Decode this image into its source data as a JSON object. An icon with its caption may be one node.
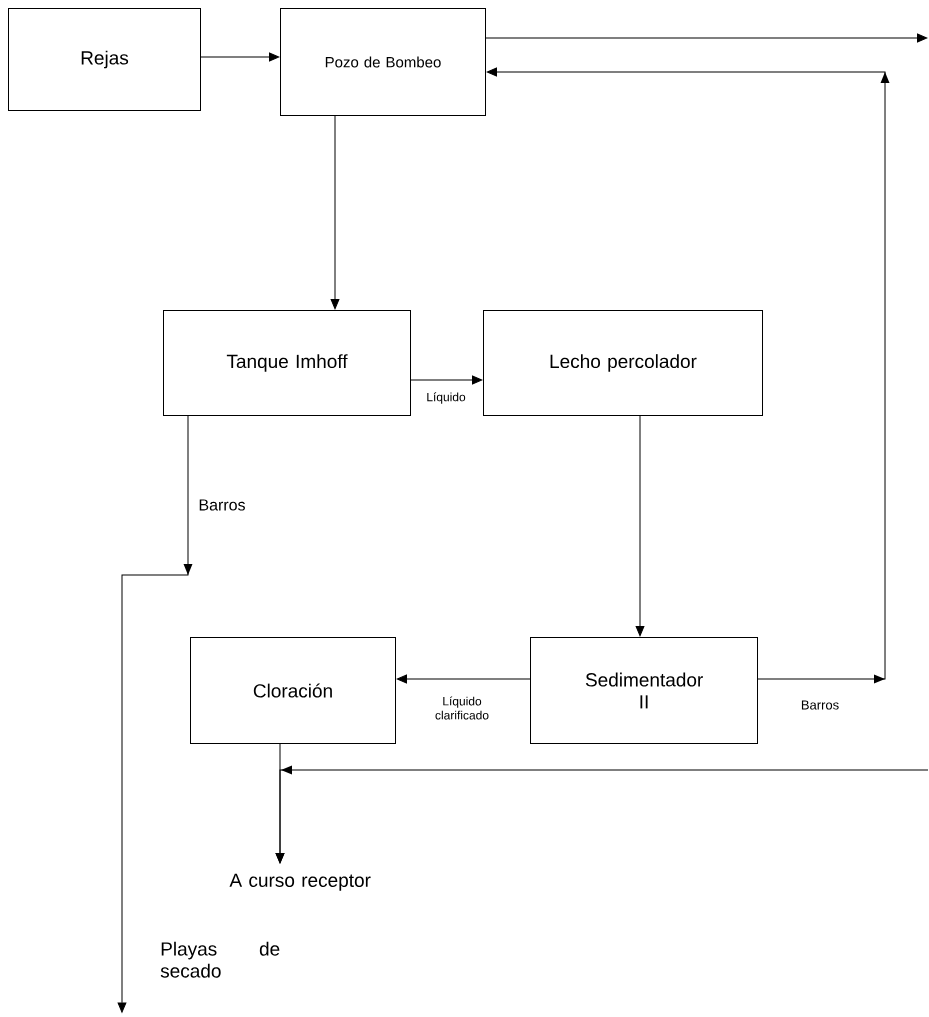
{
  "diagram": {
    "nodes": [
      {
        "text": [
          "Rejas"
        ]
      },
      {
        "text": [
          "Pozo de Bombeo"
        ]
      },
      {
        "text": [
          "Tanque Imhoff"
        ]
      },
      {
        "text": [
          "Lecho percolador"
        ]
      },
      {
        "text": [
          "Cloración"
        ]
      },
      {
        "text": [
          "Sedimentador II"
        ]
      },
      {
        "text": [
          "A curso receptor"
        ]
      },
      {
        "text": [
          "Playas de secado"
        ]
      }
    ],
    "edges": [
      {
        "from": 0,
        "to": 1,
        "arrow": "to"
      },
      {
        "from": 1,
        "to": null,
        "arrow": "to"
      },
      {
        "from": 1,
        "to": 2,
        "arrow": "to"
      },
      {
        "from": 2,
        "to": 3,
        "arrow": "to",
        "label": "Líquido"
      },
      {
        "from": 2,
        "to": 7,
        "arrow": "to",
        "label": "Barros"
      },
      {
        "from": 3,
        "to": 5,
        "arrow": "to"
      },
      {
        "from": 5,
        "to": 4,
        "arrow": "to",
        "label": "Líquido clarificado"
      },
      {
        "from": 5,
        "to": 1,
        "arrow": "to",
        "label": "Barros"
      },
      {
        "from": 4,
        "to": 6,
        "arrow": "to"
      },
      {
        "from": null,
        "to": 6,
        "arrow": "to"
      }
    ]
  }
}
